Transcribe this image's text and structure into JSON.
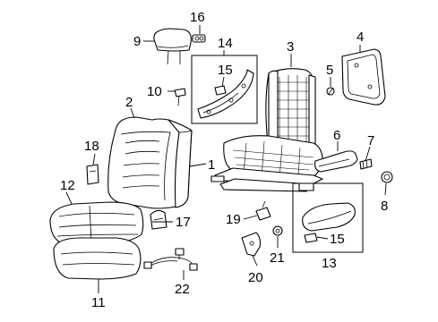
{
  "callouts": {
    "c1": "1",
    "c2": "2",
    "c3": "3",
    "c4": "4",
    "c5": "5",
    "c6": "6",
    "c7": "7",
    "c8": "8",
    "c9": "9",
    "c10": "10",
    "c11": "11",
    "c12": "12",
    "c13": "13",
    "c14": "14",
    "c15a": "15",
    "c15b": "15",
    "c16": "16",
    "c17": "17",
    "c18": "18",
    "c19": "19",
    "c20": "20",
    "c21": "21",
    "c22": "22"
  }
}
